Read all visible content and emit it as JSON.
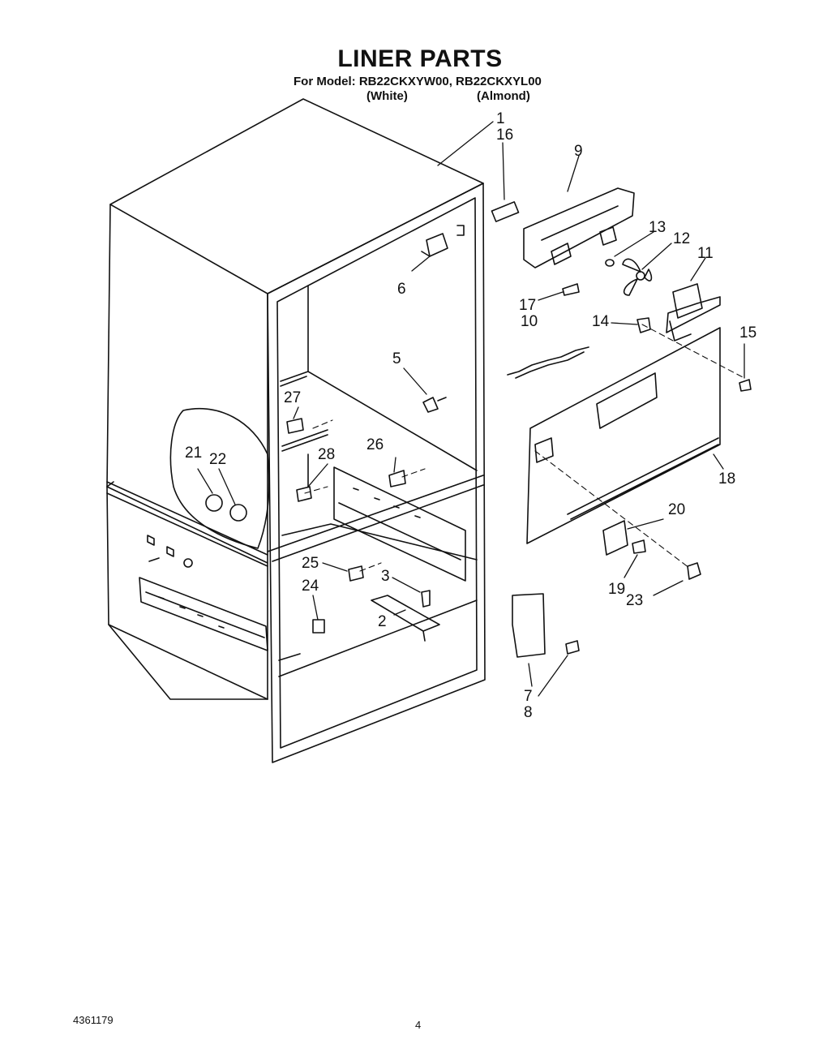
{
  "header": {
    "title": "LINER PARTS",
    "model_line": "For Model: RB22CKXYW00,  RB22CKXYL00",
    "variants": [
      "(White)",
      "(Almond)"
    ]
  },
  "callouts": [
    "1",
    "2",
    "3",
    "5",
    "6",
    "7",
    "8",
    "9",
    "10",
    "11",
    "12",
    "13",
    "14",
    "15",
    "16",
    "17",
    "18",
    "19",
    "20",
    "21",
    "22",
    "23",
    "24",
    "25",
    "26",
    "27",
    "28"
  ],
  "footer": {
    "doc_number": "4361179",
    "page_number": "4"
  }
}
